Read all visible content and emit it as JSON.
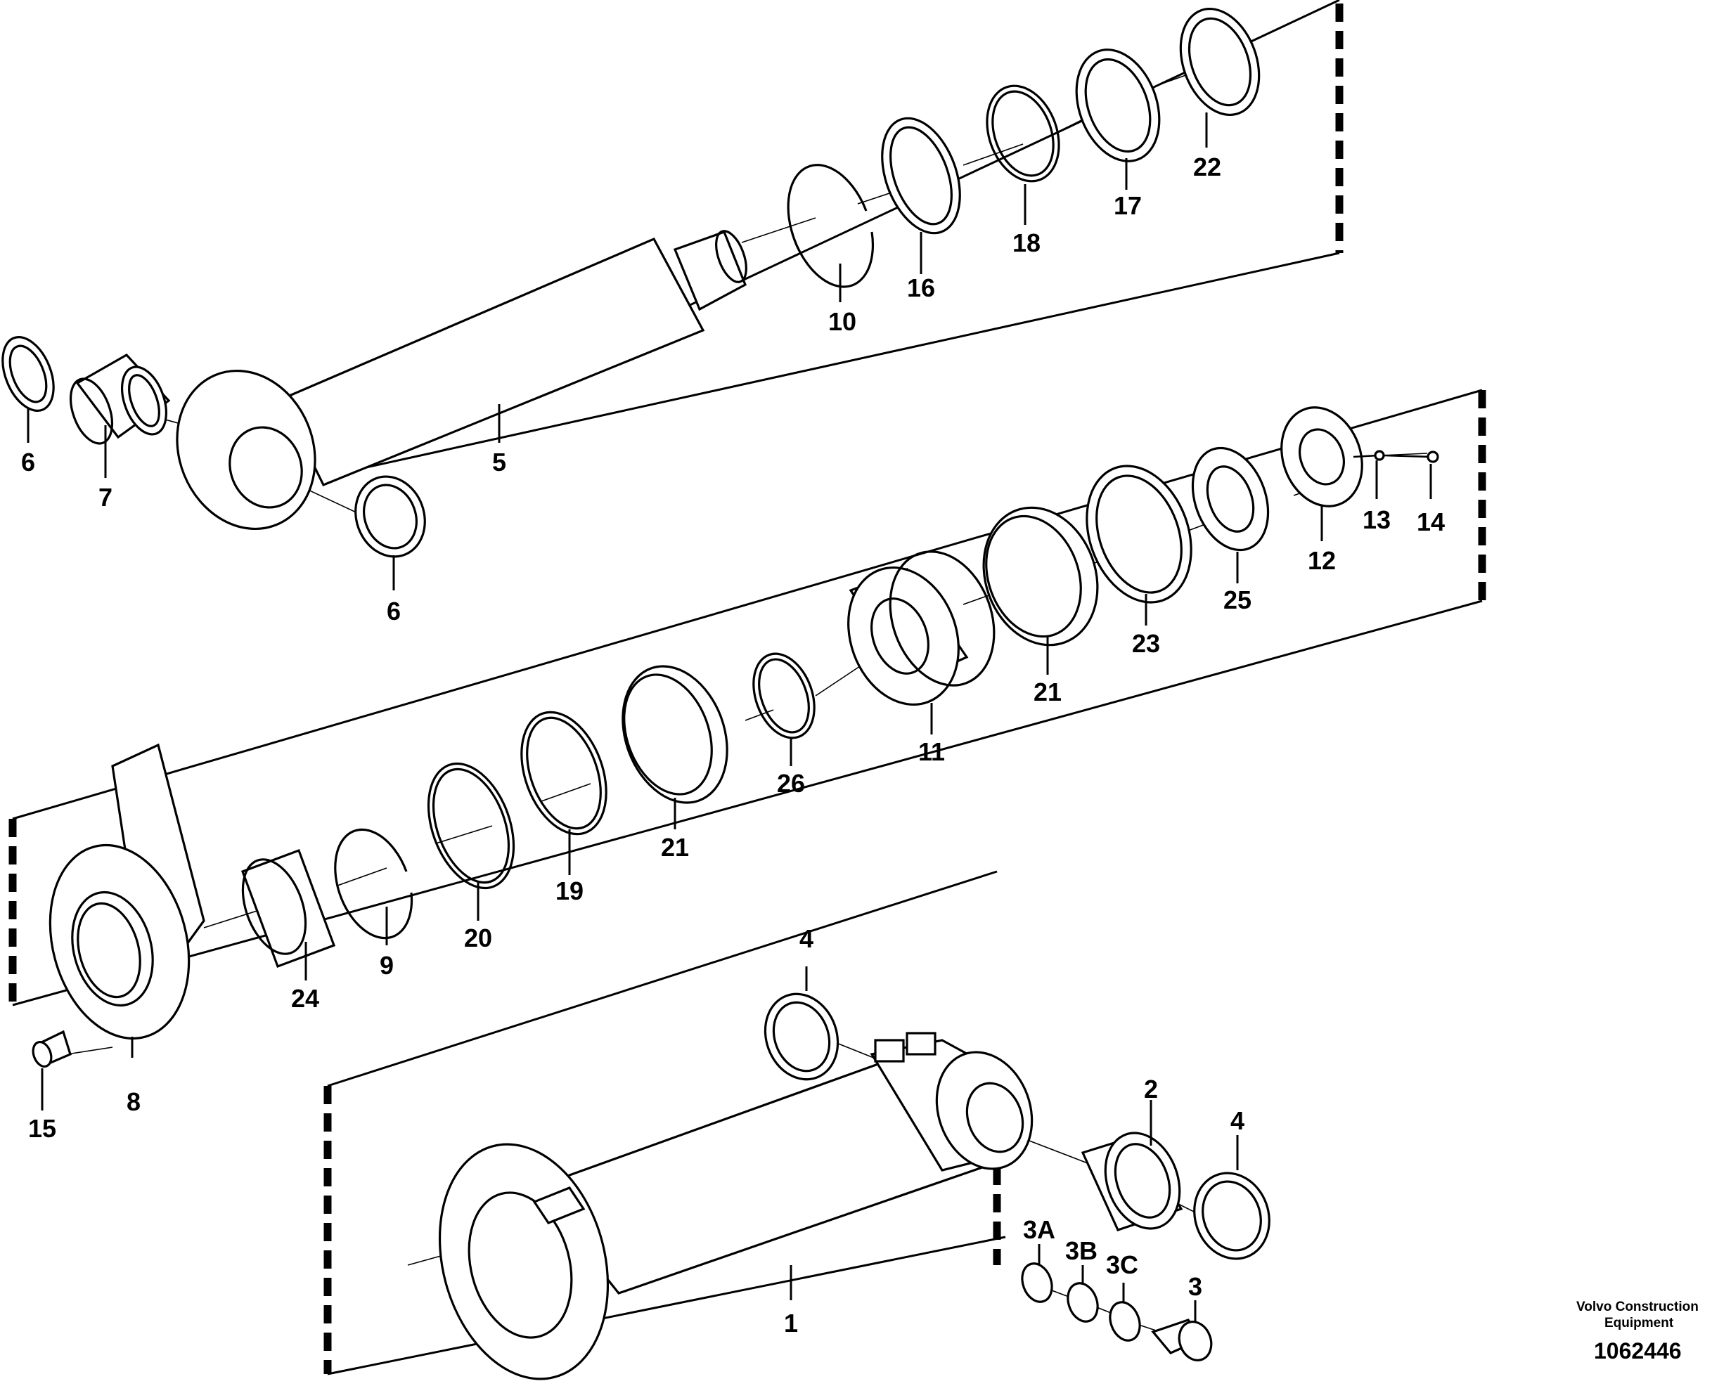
{
  "callouts": {
    "c1": "1",
    "c2": "2",
    "c3": "3",
    "c3a": "3A",
    "c3b": "3B",
    "c3c": "3C",
    "c4a": "4",
    "c4b": "4",
    "c5": "5",
    "c6a": "6",
    "c6b": "6",
    "c7": "7",
    "c8": "8",
    "c9": "9",
    "c10": "10",
    "c11": "11",
    "c12": "12",
    "c13": "13",
    "c14": "14",
    "c15": "15",
    "c16": "16",
    "c17": "17",
    "c18": "18",
    "c19": "19",
    "c20": "20",
    "c21a": "21",
    "c21b": "21",
    "c22": "22",
    "c23": "23",
    "c24": "24",
    "c25": "25",
    "c26": "26"
  },
  "footer": {
    "brand_line1": "Volvo Construction",
    "brand_line2": "Equipment",
    "reference_number": "1062446"
  }
}
